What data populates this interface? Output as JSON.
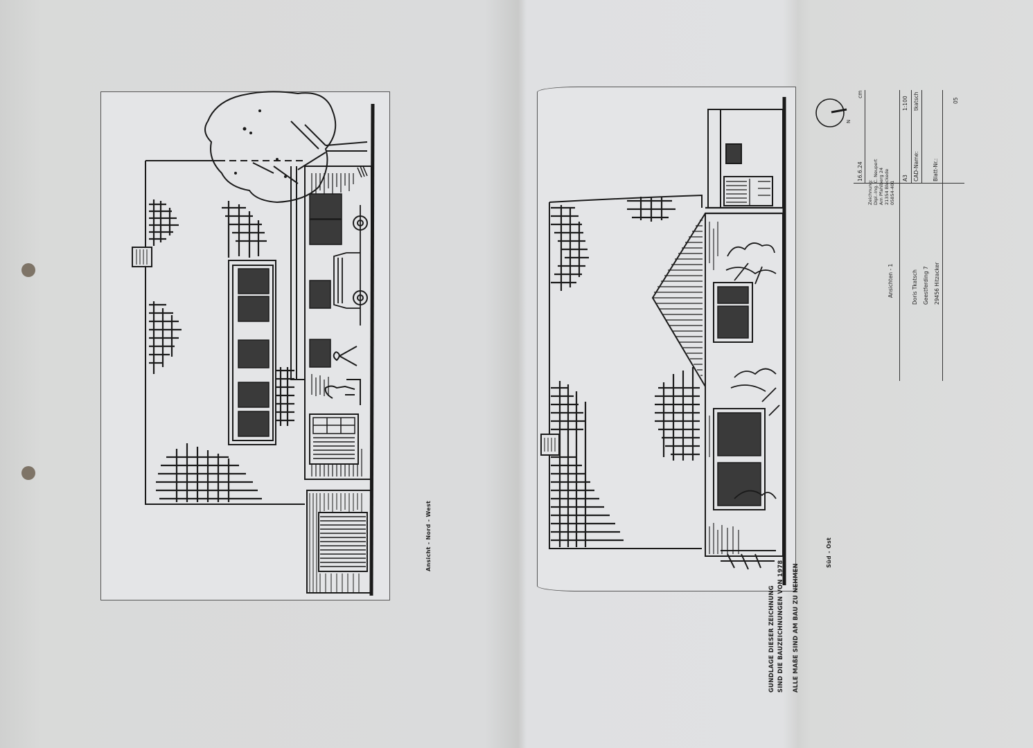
{
  "document": {
    "type": "architectural elevation drawing sheet (photographed, rotated 90°)",
    "paper_color": "#dadbdc",
    "ink_color": "#1a1a1a"
  },
  "views": [
    {
      "id": "left",
      "caption": "Ansicht - Nord - West"
    },
    {
      "id": "right",
      "caption": "Süd - Ost"
    }
  ],
  "notes": {
    "line1": "GUNDLAGE DIESER ZEICHNUNG",
    "line2": "SIND DIE BAUZEICHNUNGEN VON 1978",
    "line3": "ALLE MAßE SIND AM BAU ZU NEHMEN"
  },
  "title_block": {
    "date": "16.6.24",
    "unit": "cm",
    "north_label": "N",
    "drafter_label": "Zeichnung:",
    "drafter_name": "Dipl.-Ing. C. Neupert",
    "drafter_street": "Am Pfahlberg 24",
    "drafter_city": "21354 Bleckede",
    "drafter_phone": "05854-401",
    "format": "A3",
    "scale": "1:100",
    "cad_label": "CAD-Name:",
    "cad_value": "tkatsch",
    "sheet_label": "Blatt-Nr.:",
    "sheet_value": "05",
    "drawing_title": "Ansichten - 1",
    "client_name": "Doris Tkatsch",
    "client_street": "Geestferding 7",
    "client_city": "29456 Hitzacker"
  }
}
